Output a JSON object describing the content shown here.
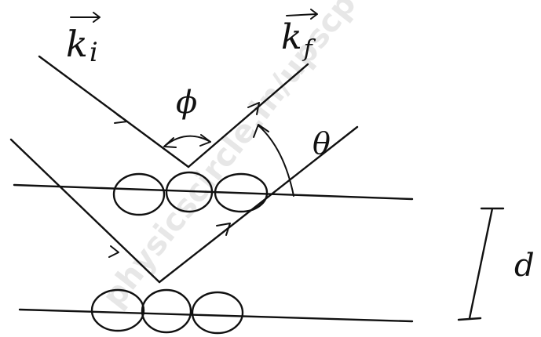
{
  "labels": {
    "incident_wavevector": "k",
    "incident_subscript": "i",
    "final_wavevector": "k",
    "final_subscript": "f",
    "scattering_angle": "ϕ",
    "glancing_angle": "θ",
    "plane_spacing": "d"
  },
  "watermark": "physicscircle.in/upscpdf/",
  "colors": {
    "ink": "#111111",
    "watermark": "#e7e7e7",
    "background": "#ffffff"
  }
}
